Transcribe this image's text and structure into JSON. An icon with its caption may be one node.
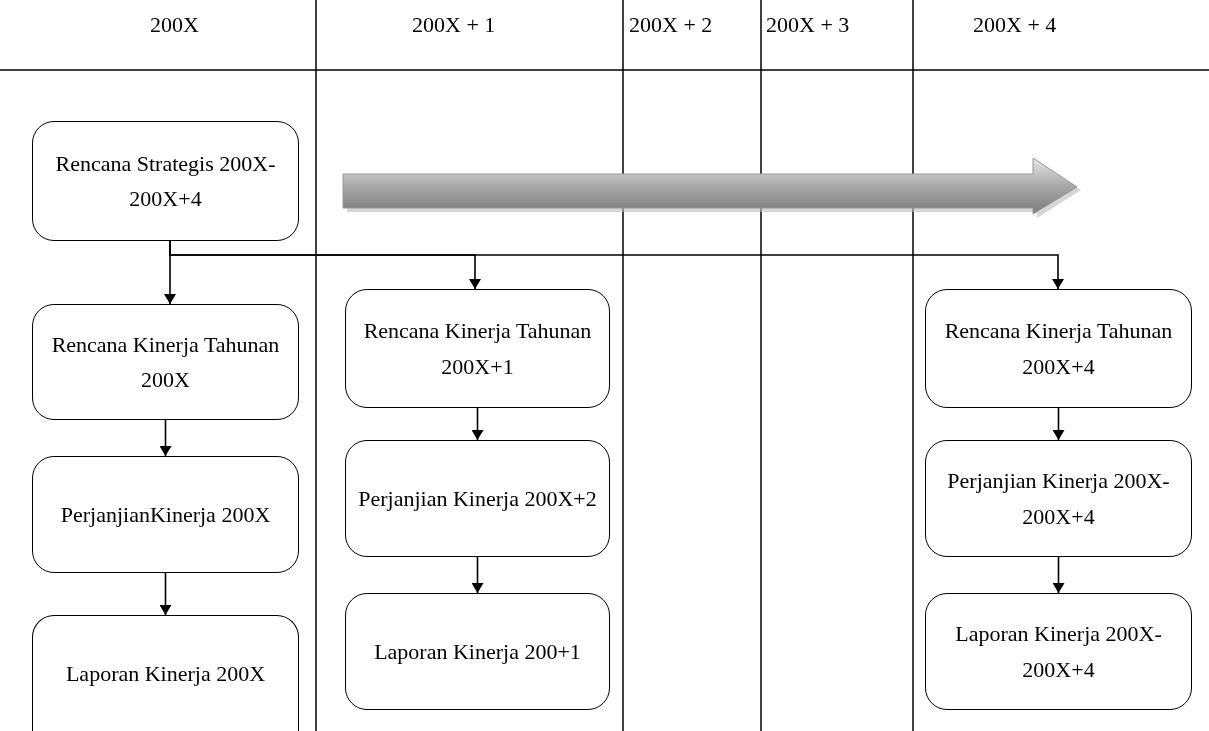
{
  "diagram": {
    "nodes": [
      {
        "text": [
          "Rencana Strategis 200X-200X+4"
        ]
      },
      {
        "text": [
          "Rencana Kinerja Tahunan 200X"
        ]
      },
      {
        "text": [
          "PerjanjianKinerja 200X"
        ]
      },
      {
        "text": [
          "Laporan Kinerja 200X"
        ]
      },
      {
        "text": [
          "Rencana Kinerja Tahunan 200X+1"
        ]
      },
      {
        "text": [
          "Perjanjian Kinerja 200X+2"
        ]
      },
      {
        "text": [
          "Laporan Kinerja 200+1"
        ]
      },
      {
        "text": [
          "Rencana Kinerja Tahunan 200X+4"
        ]
      },
      {
        "text": [
          "Perjanjian Kinerja 200X-200X+4"
        ]
      },
      {
        "text": [
          "Laporan Kinerja 200X-200X+4"
        ]
      }
    ],
    "edges": [
      {
        "from": 0,
        "to": 1,
        "arrow": "to"
      },
      {
        "from": 0,
        "to": 4,
        "arrow": "to"
      },
      {
        "from": 0,
        "to": 7,
        "arrow": "to"
      },
      {
        "from": 1,
        "to": 2,
        "arrow": "to"
      },
      {
        "from": 2,
        "to": 3,
        "arrow": "to"
      },
      {
        "from": 4,
        "to": 5,
        "arrow": "to"
      },
      {
        "from": 5,
        "to": 6,
        "arrow": "to"
      },
      {
        "from": 7,
        "to": 8,
        "arrow": "to"
      },
      {
        "from": 8,
        "to": 9,
        "arrow": "to"
      }
    ],
    "labels": [
      "200X",
      "200X + 1",
      "200X + 2",
      "200X + 3",
      "200X + 4"
    ]
  }
}
